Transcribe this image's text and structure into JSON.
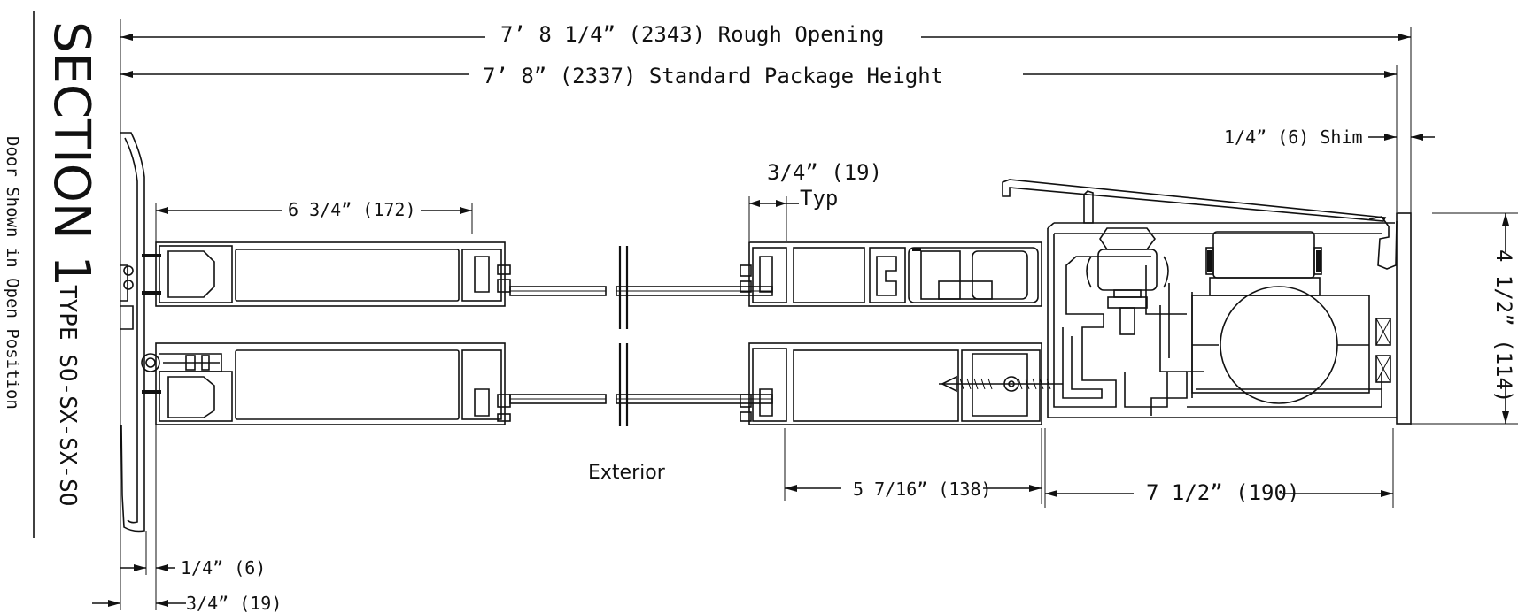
{
  "section_title": "SECTION 1",
  "door_type": "TYPE SO-SX-SX-SO",
  "door_position_note": "Door Shown in Open Position",
  "dimensions": {
    "rough_opening": "7’ 8 1/4” (2343) Rough Opening",
    "package_height": "7’ 8” (2337) Standard Package Height",
    "shim": "1/4” (6) Shim",
    "overall_depth": "4 1/2” (114)",
    "panel_width": "6 3/4” (172)",
    "typ_value": "3/4” (19)",
    "typ_suffix": "Typ",
    "bottom_left_depth": "5 7/16” (138)",
    "bottom_right_depth": "7 1/2” (190)",
    "gap_small": "1/4” (6)",
    "gap_large": "3/4” (19)"
  },
  "labels": {
    "exterior": "Exterior"
  }
}
